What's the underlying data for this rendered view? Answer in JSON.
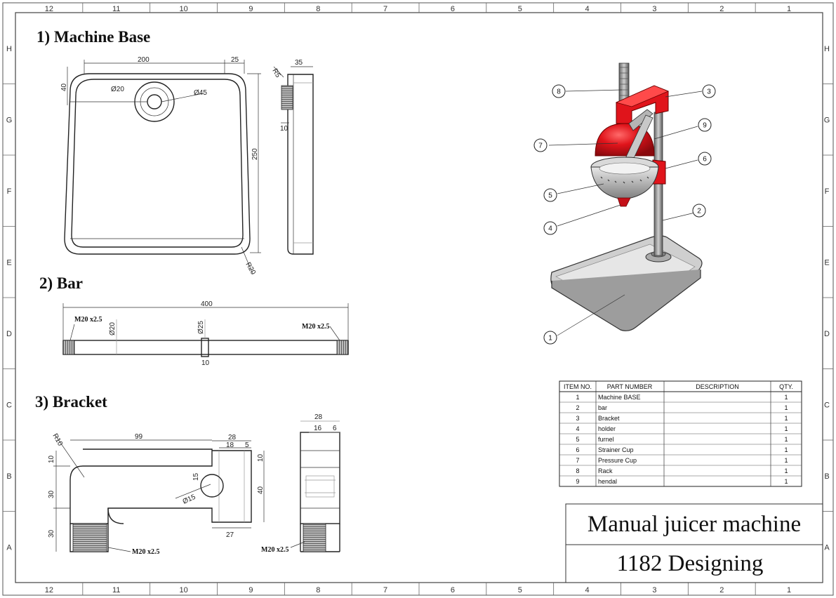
{
  "sheet": {
    "zone_columns": [
      "12",
      "11",
      "10",
      "9",
      "8",
      "7",
      "6",
      "5",
      "4",
      "3",
      "2",
      "1"
    ],
    "zone_rows": [
      "H",
      "G",
      "F",
      "E",
      "D",
      "C",
      "B",
      "A"
    ]
  },
  "views": {
    "base": {
      "title": "1) Machine Base",
      "dims": {
        "width": "200",
        "chamfer": "25",
        "depth": "35",
        "radius_top": "R5",
        "offset": "40",
        "hole_small": "Ø20",
        "hole_large": "Ø45",
        "height": "250",
        "radius_corner": "R20",
        "thickness": "10"
      }
    },
    "bar": {
      "title": "2) Bar",
      "dims": {
        "length": "400",
        "diameter": "Ø20",
        "collar": "Ø25",
        "collar_width": "10"
      },
      "thread_left": "M20 x2.5",
      "thread_right": "M20 x2.5"
    },
    "bracket": {
      "title": "3) Bracket",
      "dims": {
        "radius": "R10",
        "arm": "99",
        "top_w": "28",
        "inner_w": "18",
        "edge": "5",
        "t10": "10",
        "t30a": "30",
        "t30b": "30",
        "v15": "15",
        "hole": "Ø15",
        "h40": "40",
        "bottom_w": "27",
        "side_w": "28",
        "side_16": "16",
        "side_6": "6"
      },
      "thread_front": "M20 x2.5",
      "thread_side": "M20 x2.5"
    }
  },
  "balloons": [
    "1",
    "2",
    "3",
    "4",
    "5",
    "6",
    "7",
    "8",
    "9"
  ],
  "bom": {
    "headers": [
      "ITEM NO.",
      "PART NUMBER",
      "DESCRIPTION",
      "QTY."
    ],
    "rows": [
      [
        "1",
        "Machine BASE",
        "",
        "1"
      ],
      [
        "2",
        "bar",
        "",
        "1"
      ],
      [
        "3",
        "Bracket",
        "",
        "1"
      ],
      [
        "4",
        "holder",
        "",
        "1"
      ],
      [
        "5",
        "furnel",
        "",
        "1"
      ],
      [
        "6",
        "Strainer Cup",
        "",
        "1"
      ],
      [
        "7",
        "Pressure Cup",
        "",
        "1"
      ],
      [
        "8",
        "Rack",
        "",
        "1"
      ],
      [
        "9",
        "hendal",
        "",
        "1"
      ]
    ]
  },
  "title_block": {
    "title": "Manual juicer machine",
    "designer": "1182 Designing"
  },
  "colors": {
    "accent_red": "#e0141b",
    "metal": "#9a9a9a",
    "base": "#c9c9c9"
  }
}
